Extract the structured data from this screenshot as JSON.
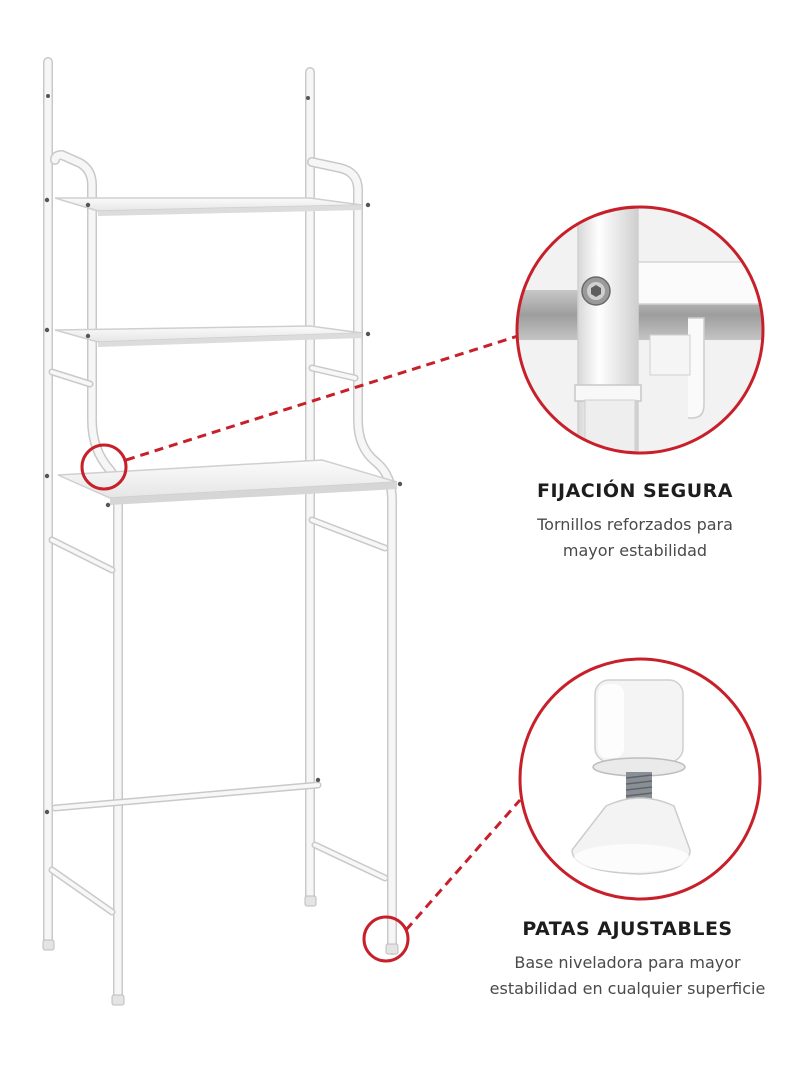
{
  "features": [
    {
      "title": "FIJACIÓN SEGURA",
      "desc_line1": "Tornillos reforzados para",
      "desc_line2": "mayor estabilidad"
    },
    {
      "title": "PATAS AJUSTABLES",
      "desc_line1": "Base niveladora para mayor",
      "desc_line2": "estabilidad en cualquier superficie"
    }
  ],
  "colors": {
    "accent": "#c8202a",
    "frame": "#f3f3f3",
    "frame_edge": "#c9c9c9",
    "title": "#1d1d1d",
    "text": "#4a4a4a"
  }
}
